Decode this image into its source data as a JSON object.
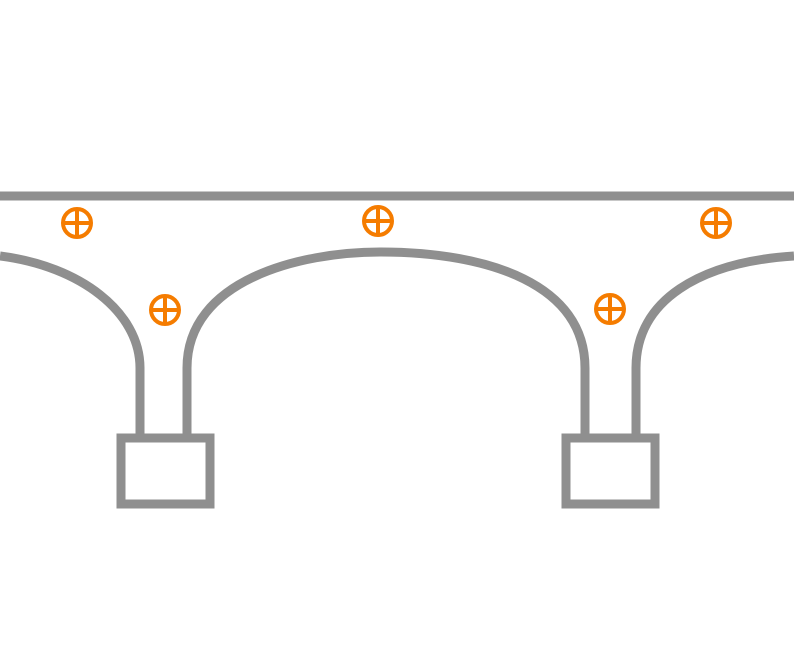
{
  "diagram": {
    "structure": "arch-bridge",
    "colors": {
      "structure": "#8f8f8f",
      "marker": "#f57c00",
      "background": "#ffffff"
    },
    "markers": [
      {
        "name": "marker-left-deck"
      },
      {
        "name": "marker-left-pier"
      },
      {
        "name": "marker-center-arch"
      },
      {
        "name": "marker-right-pier"
      },
      {
        "name": "marker-right-deck"
      }
    ],
    "marker_icon": "crosshair-circle-icon"
  }
}
